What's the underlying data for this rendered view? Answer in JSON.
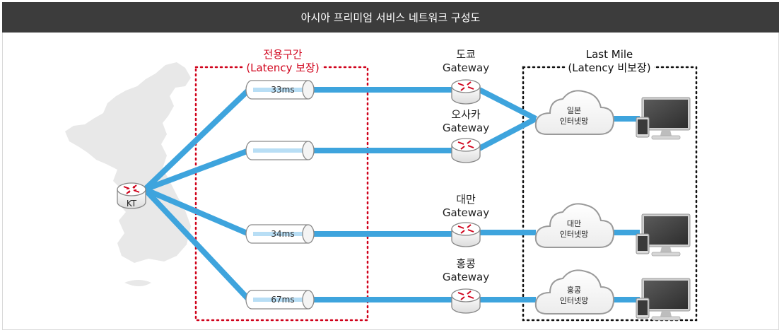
{
  "title": "아시아 프리미엄 서비스 네트워크 구성도",
  "colors": {
    "link": "#3ea4dd",
    "dedicated_zone": "#d0021b",
    "lastmile_zone": "#111111",
    "map": "#e6e6e6",
    "header_bg": "#3c3c3c"
  },
  "dedicated_zone": {
    "line1": "전용구간",
    "line2": "(Latency 보장)"
  },
  "lastmile_zone": {
    "line1": "Last Mile",
    "line2": "(Latency 비보장)"
  },
  "origin": {
    "label": "KT",
    "icon": "router-icon"
  },
  "tunnels": [
    {
      "latency": "33ms"
    },
    {
      "latency": ""
    },
    {
      "latency": "34ms"
    },
    {
      "latency": "67ms"
    }
  ],
  "gateways": [
    {
      "line1": "도쿄",
      "line2": "Gateway"
    },
    {
      "line1": "오사카",
      "line2": "Gateway"
    },
    {
      "line1": "대만",
      "line2": "Gateway"
    },
    {
      "line1": "홍콩",
      "line2": "Gateway"
    }
  ],
  "clouds": [
    {
      "line1": "일본",
      "line2": "인터넷망"
    },
    {
      "line1": "대만",
      "line2": "인터넷망"
    },
    {
      "line1": "홍콩",
      "line2": "인터넷망"
    }
  ],
  "icons": {
    "router": "router-icon",
    "cloud": "cloud-icon",
    "terminal": "computer-icon",
    "map": "korea-map-icon"
  }
}
